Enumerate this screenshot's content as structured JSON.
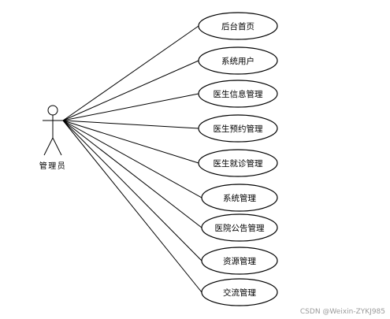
{
  "actor": {
    "label": "管理员"
  },
  "use_cases": [
    {
      "label": "后台首页"
    },
    {
      "label": "系统用户"
    },
    {
      "label": "医生信息管理"
    },
    {
      "label": "医生预约管理"
    },
    {
      "label": "医生就诊管理"
    },
    {
      "label": "系统管理"
    },
    {
      "label": "医院公告管理"
    },
    {
      "label": "资源管理"
    },
    {
      "label": "交流管理"
    }
  ],
  "watermark": "CSDN @Weixin-ZYKJ985",
  "colors": {
    "stroke": "#000000",
    "background": "#ffffff",
    "watermark": "#9a9a9a"
  }
}
